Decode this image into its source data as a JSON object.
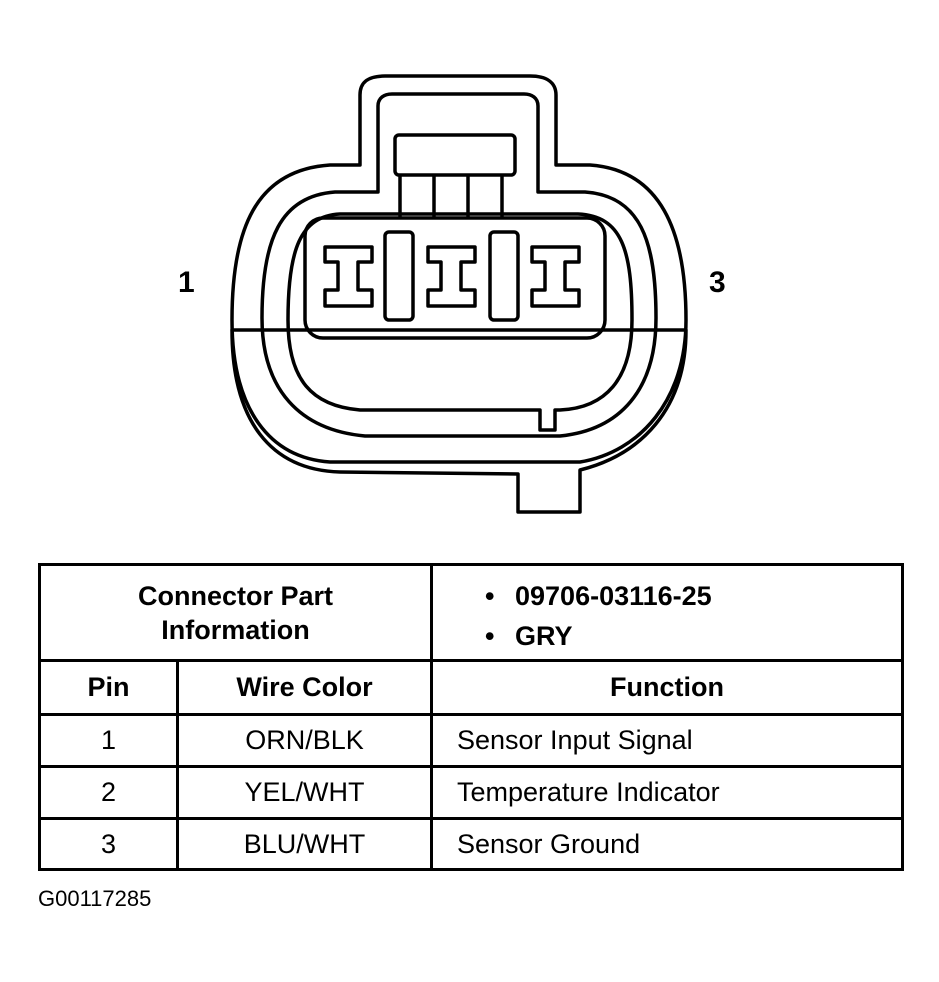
{
  "connector": {
    "pin_label_left": "1",
    "pin_label_right": "3"
  },
  "table": {
    "part_info_header": "Connector Part Information",
    "part_info_line1": "Connector Part",
    "part_info_line2": "Information",
    "part_numbers": [
      "09706-03116-25",
      "GRY"
    ],
    "bullet": "•",
    "columns": [
      "Pin",
      "Wire Color",
      "Function"
    ],
    "rows": [
      {
        "pin": "1",
        "wire_color": "ORN/BLK",
        "function": "Sensor Input Signal"
      },
      {
        "pin": "2",
        "wire_color": "YEL/WHT",
        "function": "Temperature Indicator"
      },
      {
        "pin": "3",
        "wire_color": "BLU/WHT",
        "function": "Sensor Ground"
      }
    ]
  },
  "footer": {
    "figure_code": "G00117285"
  }
}
